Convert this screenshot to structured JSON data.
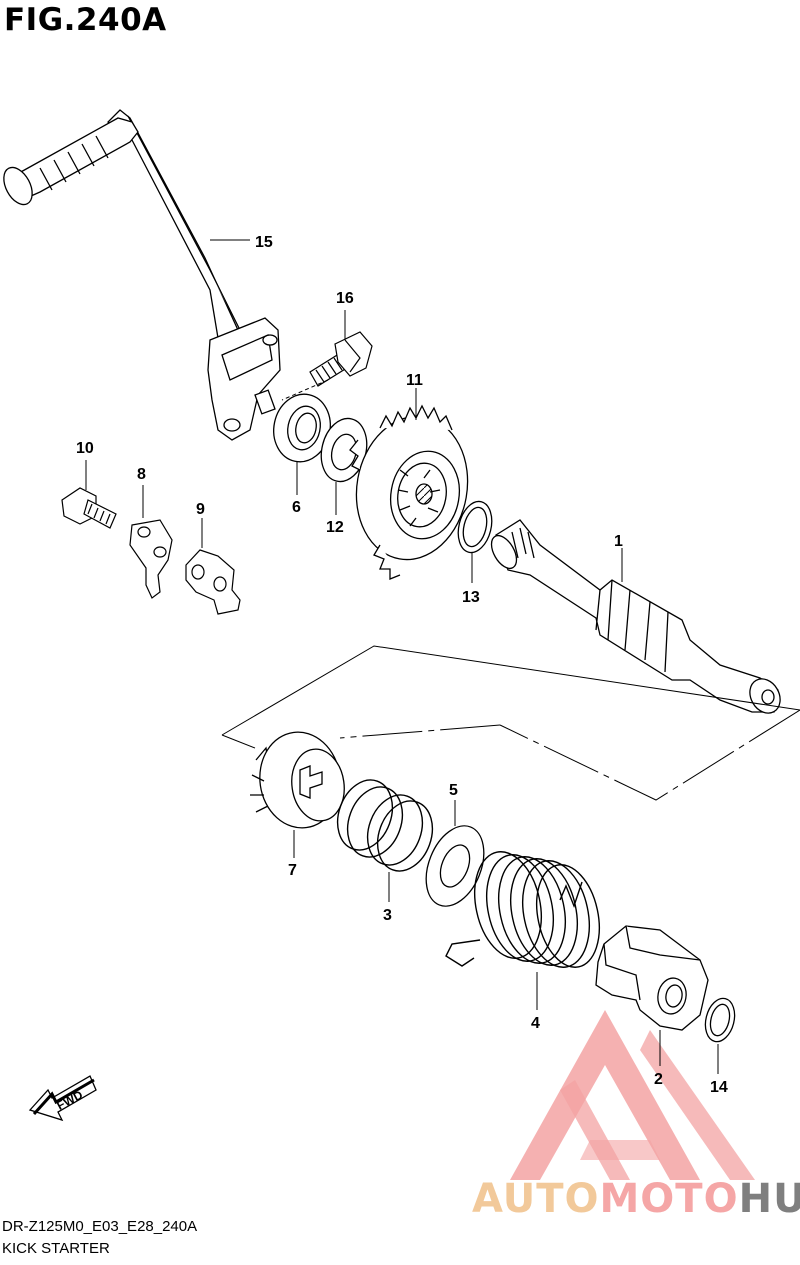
{
  "figure": {
    "title": "FIG.240A",
    "code": "DR-Z125M0_E03_E28_240A",
    "name": "KICK STARTER"
  },
  "parts": [
    {
      "ref": "1",
      "part": "kick-starter-shaft"
    },
    {
      "ref": "2",
      "part": "spring-guide"
    },
    {
      "ref": "3",
      "part": "spring"
    },
    {
      "ref": "4",
      "part": "return-spring"
    },
    {
      "ref": "5",
      "part": "washer"
    },
    {
      "ref": "6",
      "part": "oil-seal"
    },
    {
      "ref": "7",
      "part": "ratchet"
    },
    {
      "ref": "8",
      "part": "guide-plate"
    },
    {
      "ref": "9",
      "part": "stopper"
    },
    {
      "ref": "10",
      "part": "bolt"
    },
    {
      "ref": "11",
      "part": "kick-gear"
    },
    {
      "ref": "12",
      "part": "washer"
    },
    {
      "ref": "13",
      "part": "circlip"
    },
    {
      "ref": "14",
      "part": "circlip"
    },
    {
      "ref": "15",
      "part": "kick-starter-lever"
    },
    {
      "ref": "16",
      "part": "bolt"
    }
  ],
  "fwd_label": "FWD",
  "watermark": {
    "part_a": "AUTO",
    "part_b": "MOTO",
    "part_c": "HUB"
  }
}
